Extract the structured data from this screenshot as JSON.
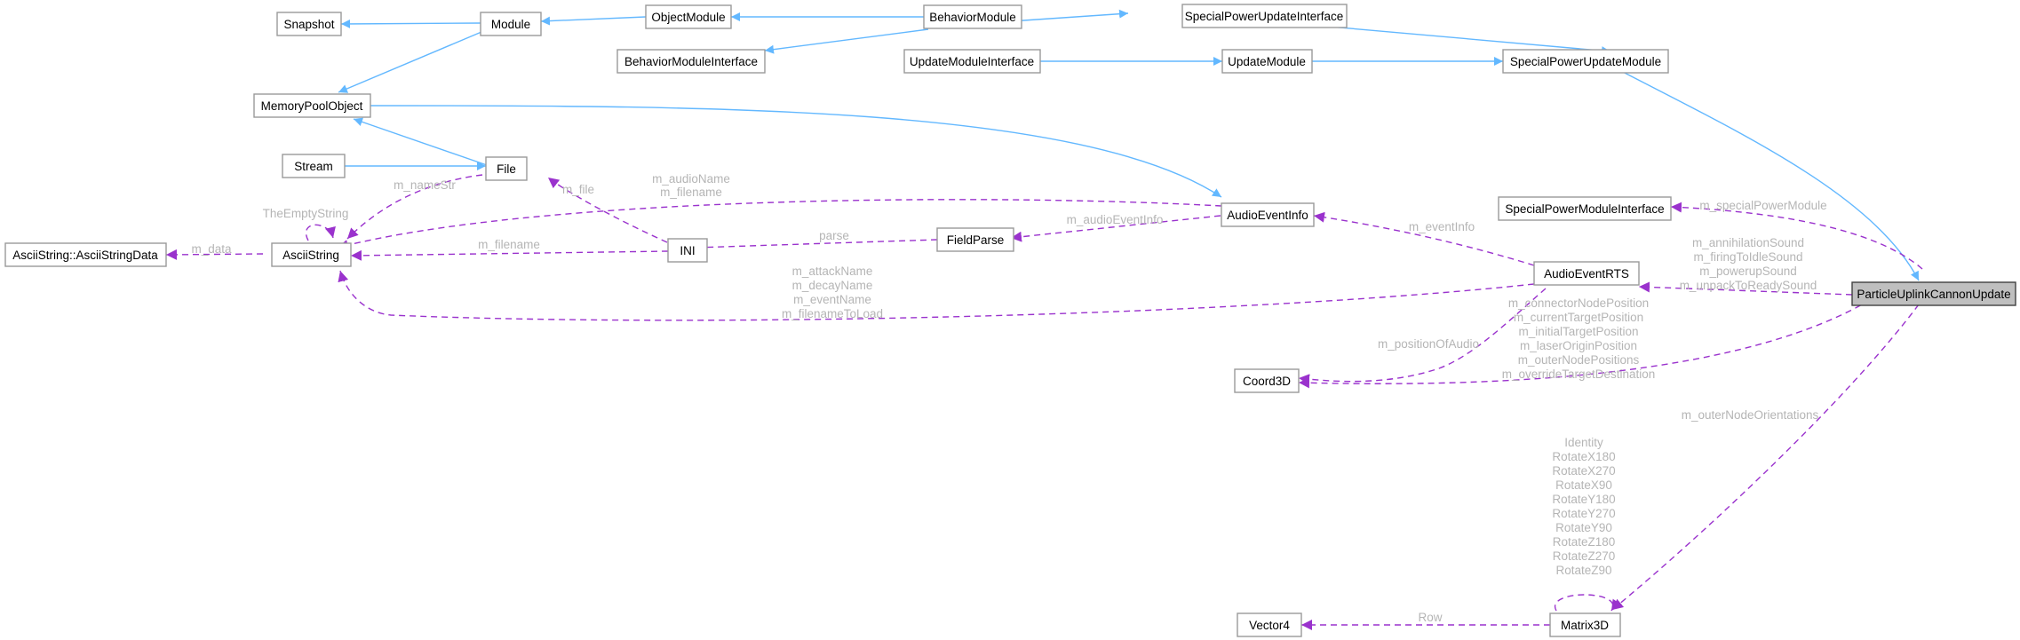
{
  "nodes": {
    "snapshot": "Snapshot",
    "module": "Module",
    "object_module": "ObjectModule",
    "behavior_module": "BehaviorModule",
    "special_power_update_interface": "SpecialPowerUpdateInterface",
    "behavior_module_interface": "BehaviorModuleInterface",
    "update_module_interface": "UpdateModuleInterface",
    "update_module": "UpdateModule",
    "special_power_update_module": "SpecialPowerUpdateModule",
    "memory_pool_object": "MemoryPoolObject",
    "stream": "Stream",
    "file": "File",
    "special_power_module_interface": "SpecialPowerModuleInterface",
    "audio_event_info": "AudioEventInfo",
    "ascii_string_data": "AsciiString::AsciiStringData",
    "ascii_string": "AsciiString",
    "ini": "INI",
    "field_parse": "FieldParse",
    "audio_event_rts": "AudioEventRTS",
    "particle_uplink_cannon_update": "ParticleUplinkCannonUpdate",
    "coord3d": "Coord3D",
    "vector4": "Vector4",
    "matrix3d": "Matrix3D"
  },
  "edge_labels": {
    "the_empty_string": "TheEmptyString",
    "m_name_str": "m_nameStr",
    "m_audio_name_filename": [
      "m_audioName",
      "m_filename"
    ],
    "m_file": "m_file",
    "m_data": "m_data",
    "m_filename": "m_filename",
    "parse": "parse",
    "m_audio_event_info": "m_audioEventInfo",
    "m_event_info": "m_eventInfo",
    "m_special_power_module": "m_specialPowerModule",
    "sounds": [
      "m_annihilationSound",
      "m_firingToIdleSound",
      "m_powerupSound",
      "m_unpackToReadySound"
    ],
    "audio_event_rts_strings": [
      "m_attackName",
      "m_decayName",
      "m_eventName",
      "m_filenameToLoad"
    ],
    "m_position_of_audio": "m_positionOfAudio",
    "positions": [
      "m_connectorNodePosition",
      "m_currentTargetPosition",
      "m_initialTargetPosition",
      "m_laserOriginPosition",
      "m_outerNodePositions",
      "m_overrideTargetDestination"
    ],
    "m_outer_node_orientations": "m_outerNodeOrientations",
    "matrix_statics": [
      "Identity",
      "RotateX180",
      "RotateX270",
      "RotateX90",
      "RotateY180",
      "RotateY270",
      "RotateY90",
      "RotateZ180",
      "RotateZ270",
      "RotateZ90"
    ],
    "row": "Row"
  },
  "colors": {
    "inheritance": "#63b8ff",
    "collaboration": "#9a32cd",
    "label": "#b5b5b5",
    "focus_fill": "#bfbfbf"
  }
}
